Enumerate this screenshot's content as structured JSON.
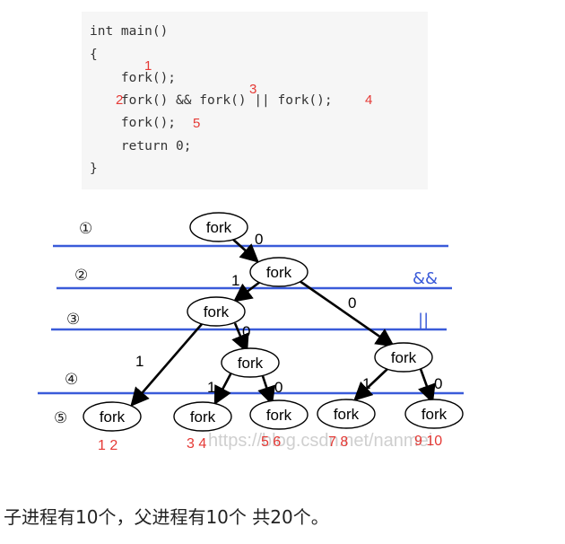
{
  "code": {
    "lines": [
      "int main()",
      "{",
      "    fork();",
      "    fork() && fork() || fork();",
      "    fork();",
      "    return 0;",
      "}"
    ],
    "annotations": [
      "1",
      "2",
      "3",
      "4",
      "5"
    ]
  },
  "tree": {
    "level_markers": [
      "①",
      "②",
      "③",
      "④",
      "⑤"
    ],
    "node_label": "fork",
    "branch_labels": [
      "0",
      "1",
      "0",
      "0",
      "1",
      "1",
      "0",
      "1",
      "0"
    ],
    "operators": [
      "&&",
      "||"
    ],
    "leaf_labels": [
      "1  2",
      "3  4",
      "5  6",
      "7  8",
      "9  10"
    ],
    "watermark": "https://blog.csdn.net/nanmei",
    "colors": {
      "level_line": "#3a5bd9",
      "operator": "#3a5bd9",
      "leaf_label": "#e53935",
      "edge": "#000000"
    }
  },
  "caption": "子进程有10个，父进程有10个  共20个。"
}
